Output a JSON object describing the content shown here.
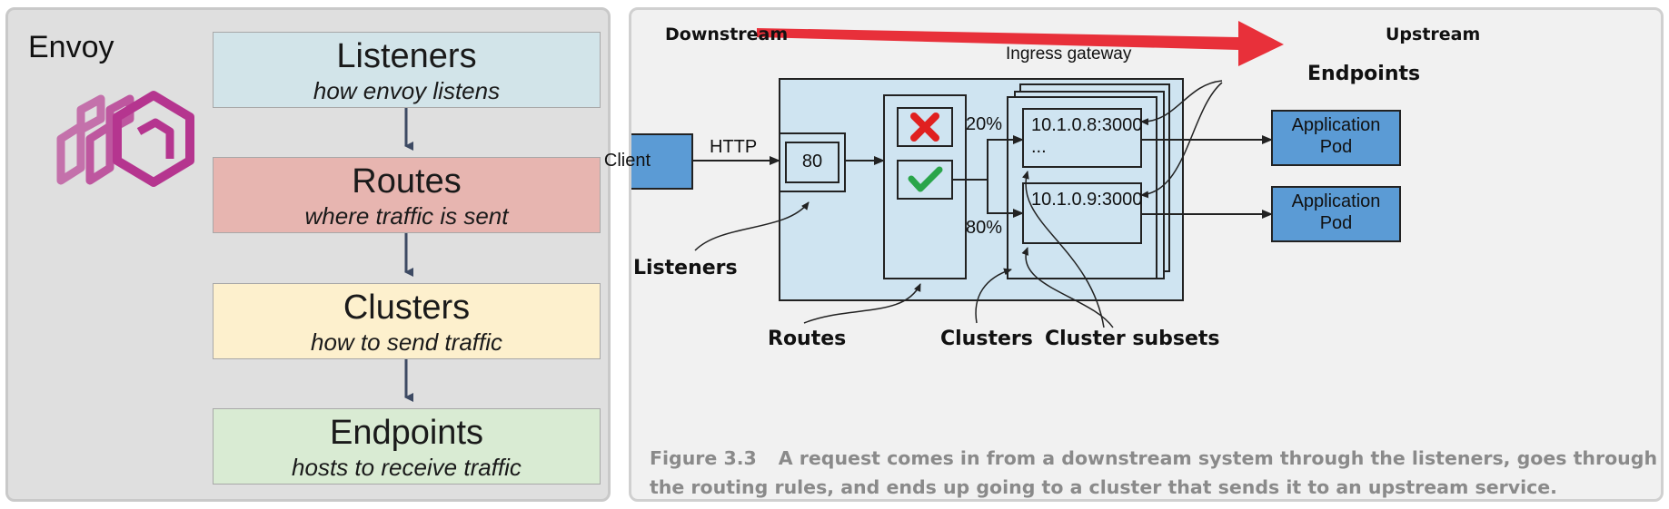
{
  "left": {
    "title": "Envoy",
    "stages": [
      {
        "name": "Listeners",
        "desc": "how envoy listens",
        "color": "#d2e4e9"
      },
      {
        "name": "Routes",
        "desc": "where traffic is sent",
        "color": "#e7b5b0"
      },
      {
        "name": "Clusters",
        "desc": "how to send traffic",
        "color": "#fdf0cd"
      },
      {
        "name": "Endpoints",
        "desc": "hosts to receive traffic",
        "color": "#d9ebd3"
      }
    ]
  },
  "right": {
    "downstream": "Downstream",
    "upstream": "Upstream",
    "gateway_label": "Ingress gateway",
    "client": "Client",
    "http": "HTTP",
    "port": "80",
    "weight_a": "20%",
    "weight_b": "80%",
    "endpoint_a": "10.1.0.8:3000",
    "endpoint_a_more": "...",
    "endpoint_b": "10.1.0.9:3000",
    "pod_a_line1": "Application",
    "pod_a_line2": "Pod",
    "pod_b_line1": "Application",
    "pod_b_line2": "Pod",
    "callout_endpoints": "Endpoints",
    "callout_listeners": "Listeners",
    "callout_routes": "Routes",
    "callout_clusters": "Clusters",
    "callout_subsets": "Cluster subsets",
    "figure_num": "Figure 3.3",
    "caption": "A request comes in from a downstream system through the listeners, goes through the routing rules, and ends up going to a cluster that sends it to an upstream service."
  },
  "colors": {
    "box_blue": "#5b9bd5",
    "gateway_fill": "#cfe4f1",
    "arrow_red": "#e8303a",
    "envoy_magenta": "#b5358f"
  }
}
